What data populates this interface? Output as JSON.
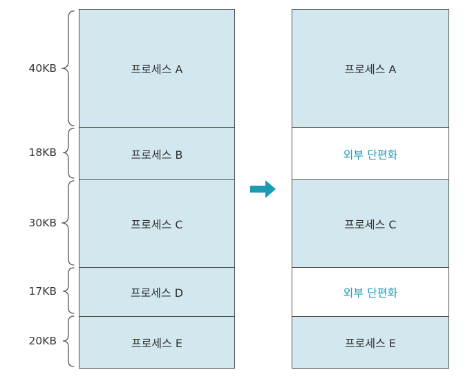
{
  "sizes": [
    "40KB",
    "18KB",
    "30KB",
    "17KB",
    "20KB"
  ],
  "before": {
    "blocks": [
      "프로세스 A",
      "프로세스 B",
      "프로세스 C",
      "프로세스 D",
      "프로세스 E"
    ]
  },
  "after": {
    "blocks": [
      "프로세스 A",
      "외부 단편화",
      "프로세스 C",
      "외부 단편화",
      "프로세스 E"
    ]
  },
  "colors": {
    "process_fill": "#d3e8ee",
    "fragment_text": "#1a9bb4",
    "arrow": "#1a9bb4",
    "border": "#4a4a4a"
  }
}
